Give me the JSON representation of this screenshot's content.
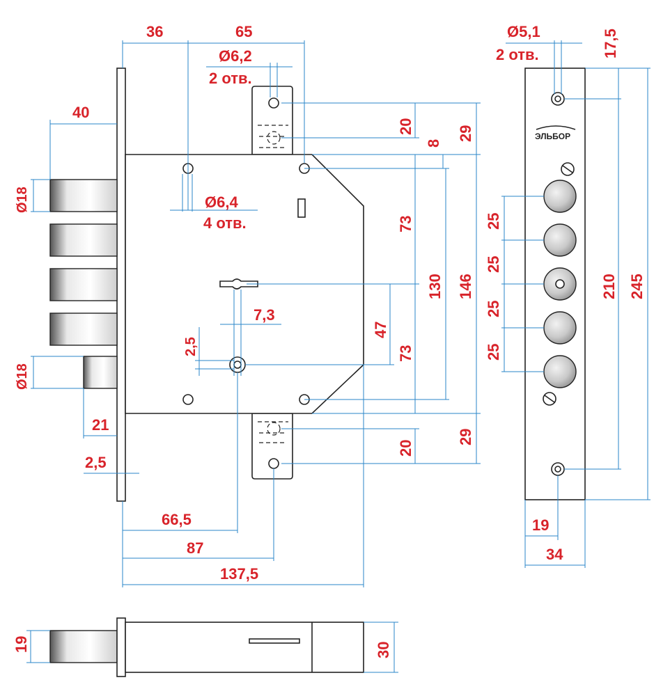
{
  "brand": "ЭЛЬБОР",
  "colors": {
    "dimension_line": "#2a86c8",
    "dimension_text": "#d8232a",
    "outline": "#222222"
  },
  "labels": {
    "d36": "36",
    "d65": "65",
    "hole62": "Ø6,2",
    "holes2a": "2 отв.",
    "d40": "40",
    "dia18a": "Ø18",
    "hole64": "Ø6,4",
    "holes4": "4 отв.",
    "d20a": "20",
    "d29a": "29",
    "d8": "8",
    "d73a": "73",
    "d130": "130",
    "d146": "146",
    "d47": "47",
    "d73b": "73",
    "d73c": "7,3",
    "d25s": "2,5",
    "dia18b": "Ø18",
    "d21": "21",
    "d25b": "2,5",
    "d20b": "20",
    "d29b": "29",
    "d665": "66,5",
    "d87": "87",
    "d1375": "137,5",
    "hole51": "Ø5,1",
    "holes2b": "2 отв.",
    "d175": "17,5",
    "p25a": "25",
    "p25b": "25",
    "p25c": "25",
    "p25d": "25",
    "d210": "210",
    "d245": "245",
    "d19a": "19",
    "d34": "34",
    "d19b": "19",
    "d30": "30"
  }
}
